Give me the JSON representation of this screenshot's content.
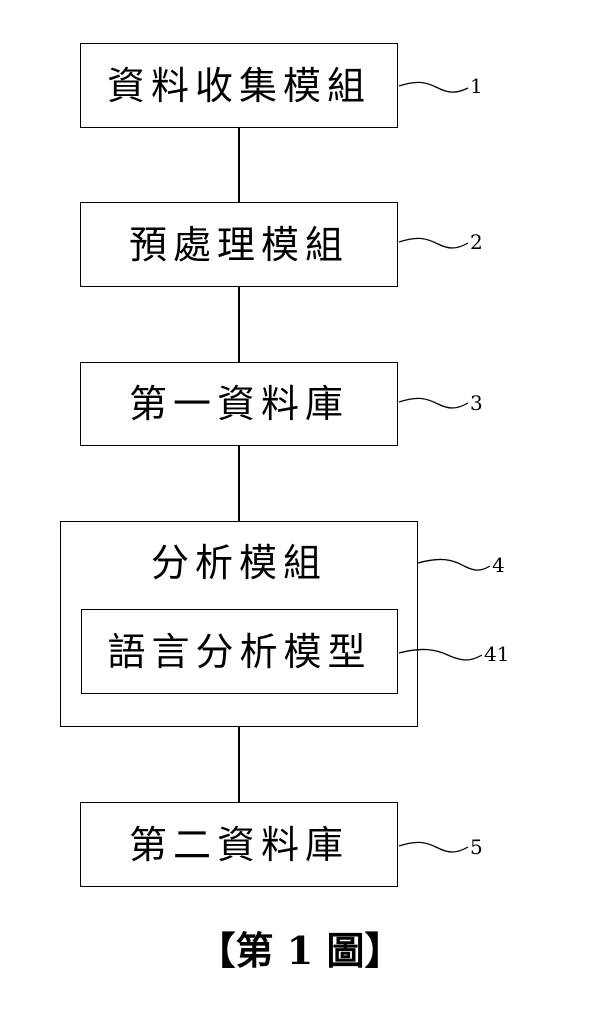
{
  "blocks": {
    "data_collection": {
      "label": "資料收集模組",
      "ref": "1"
    },
    "preprocessing": {
      "label": "預處理模組",
      "ref": "2"
    },
    "first_database": {
      "label": "第一資料庫",
      "ref": "3"
    },
    "analysis": {
      "label": "分析模組",
      "ref": "4",
      "language_model": {
        "label": "語言分析模型",
        "ref": "41"
      }
    },
    "second_database": {
      "label": "第二資料庫",
      "ref": "5"
    }
  },
  "caption": "【第 1 圖】"
}
